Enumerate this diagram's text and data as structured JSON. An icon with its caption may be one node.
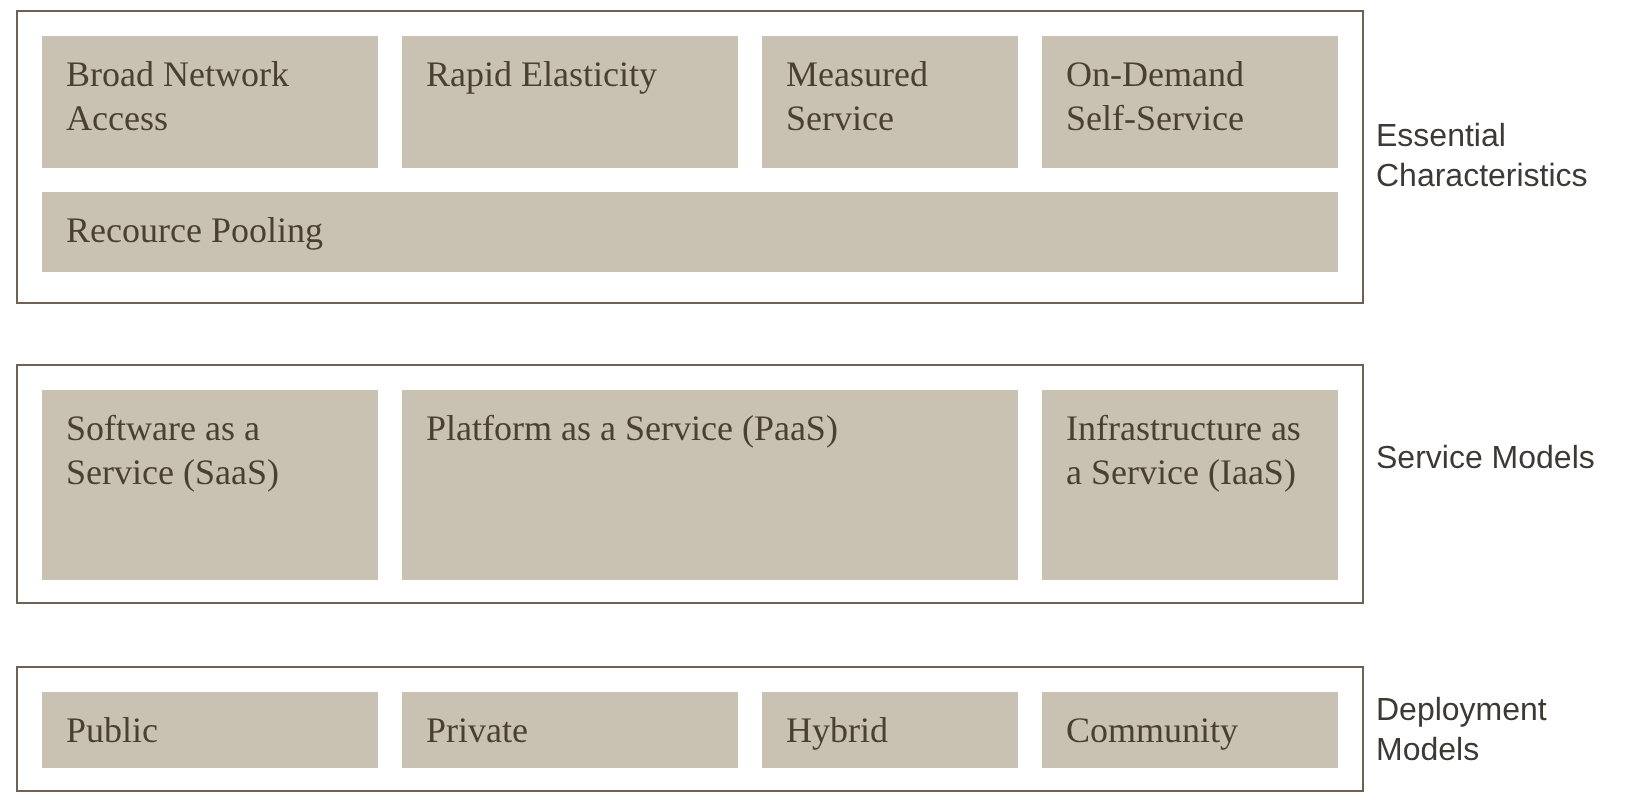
{
  "diagram": {
    "nodes": [
      {
        "text": [
          "Essential Characteristics"
        ]
      },
      {
        "text": [
          "Broad Network Access"
        ],
        "in": 0
      },
      {
        "text": [
          "Rapid Elasticity"
        ],
        "in": 0
      },
      {
        "text": [
          "Measured Service"
        ],
        "in": 0
      },
      {
        "text": [
          "On-Demand Self-Service"
        ],
        "in": 0
      },
      {
        "text": [
          "Recource Pooling"
        ],
        "in": 0
      },
      {
        "text": [
          "Service Models"
        ]
      },
      {
        "text": [
          "Software as a Service (SaaS)"
        ],
        "in": 6
      },
      {
        "text": [
          "Platform as a Service (PaaS)"
        ],
        "in": 6
      },
      {
        "text": [
          "Infrastructure as a Service (IaaS)"
        ],
        "in": 6
      },
      {
        "text": [
          "Deployment Models"
        ]
      },
      {
        "text": [
          "Public"
        ],
        "in": 10
      },
      {
        "text": [
          "Private"
        ],
        "in": 10
      },
      {
        "text": [
          "Hybrid"
        ],
        "in": 10
      },
      {
        "text": [
          "Community"
        ],
        "in": 10
      }
    ]
  }
}
